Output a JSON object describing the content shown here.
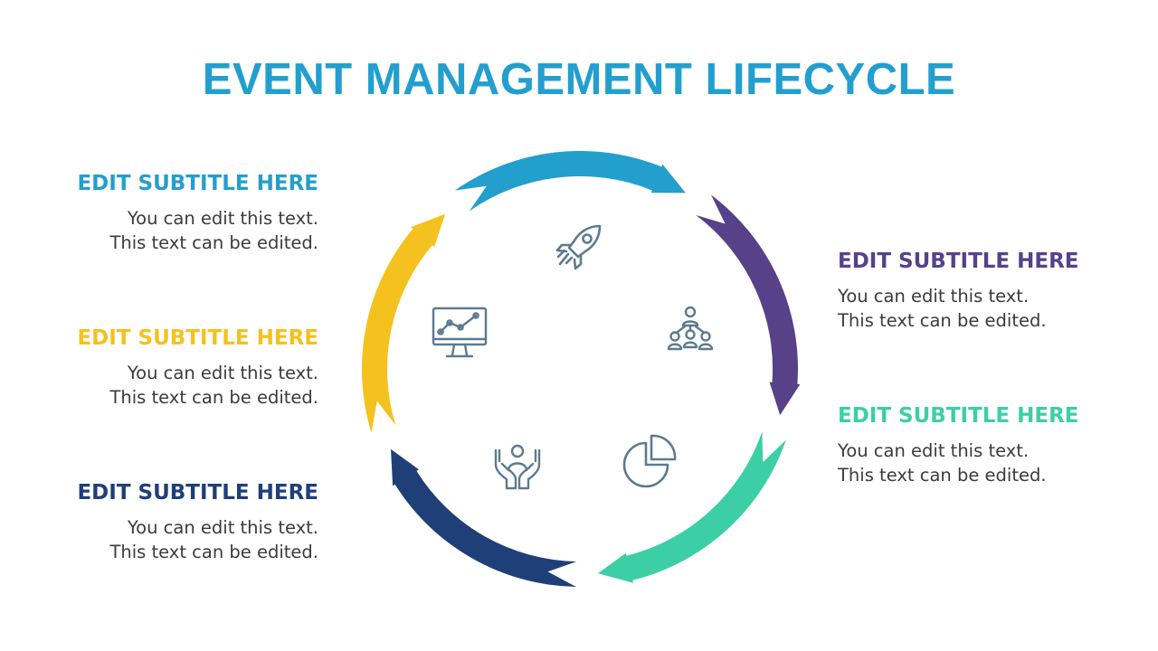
{
  "title": {
    "text": "EVENT MANAGEMENT LIFECYCLE",
    "color": "#229fce"
  },
  "blocks": [
    {
      "side": "left",
      "subtitle": "EDIT SUBTITLE HERE",
      "line1": "You can edit this text.",
      "line2": "This text can be edited.",
      "color": "#239fcd"
    },
    {
      "side": "left",
      "subtitle": "EDIT SUBTITLE HERE",
      "line1": "You can edit this text.",
      "line2": "This text can be edited.",
      "color": "#f4c11e"
    },
    {
      "side": "left",
      "subtitle": "EDIT SUBTITLE HERE",
      "line1": "You can edit this text.",
      "line2": "This text can be edited.",
      "color": "#1f3f79"
    },
    {
      "side": "right",
      "subtitle": "EDIT SUBTITLE HERE",
      "line1": "You can edit this text.",
      "line2": "This text can be edited.",
      "color": "#574189"
    },
    {
      "side": "right",
      "subtitle": "EDIT SUBTITLE HERE",
      "line1": "You can edit this text.",
      "line2": "This text can be edited.",
      "color": "#3ccfa6"
    }
  ],
  "cycle": {
    "segment_colors": [
      "#239fcd",
      "#574189",
      "#3ccfa6",
      "#1f3f79",
      "#f4c11e"
    ],
    "icons": [
      "rocket-icon",
      "people-network-icon",
      "pie-chart-icon",
      "hands-support-icon",
      "monitor-chart-icon"
    ],
    "icon_color": "#5c7a8f"
  }
}
